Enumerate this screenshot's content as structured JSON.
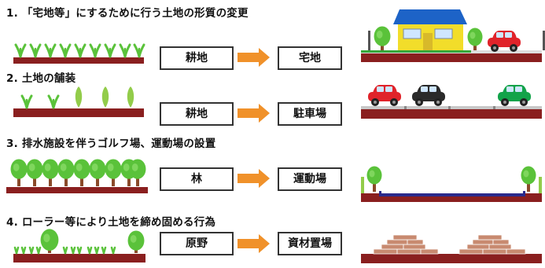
{
  "sections": [
    {
      "number": "1.",
      "title": "「宅地等」にするために行う土地の形質の変更",
      "from": "耕地",
      "to": "宅地"
    },
    {
      "number": "2.",
      "title": "土地の舗装",
      "from": "耕地",
      "to": "駐車場"
    },
    {
      "number": "3.",
      "title": "排水施設を伴うゴルフ場、運動場の設置",
      "from": "林",
      "to": "運動場"
    },
    {
      "number": "4.",
      "title": "ローラー等により土地を締め固める行為",
      "from": "原野",
      "to": "資材置場"
    }
  ],
  "colors": {
    "soil": "#8a1f1f",
    "arrow": "#f0912a",
    "leaf": "#5ac23a",
    "leaf_light": "#92cc4a",
    "house_wall": "#f2dd2a",
    "house_roof": "#1d63c7",
    "brick": "#c88a70",
    "car_red": "#e0232a",
    "car_black": "#2a2a2a",
    "car_green": "#13a34a",
    "drain": "#2a2a8c"
  },
  "icons": [
    "sprout-icon",
    "arrow-right-icon",
    "house-icon",
    "tree-icon",
    "car-icon",
    "vegetable-icon",
    "brick-pile-icon",
    "drainage-pipe-icon"
  ]
}
